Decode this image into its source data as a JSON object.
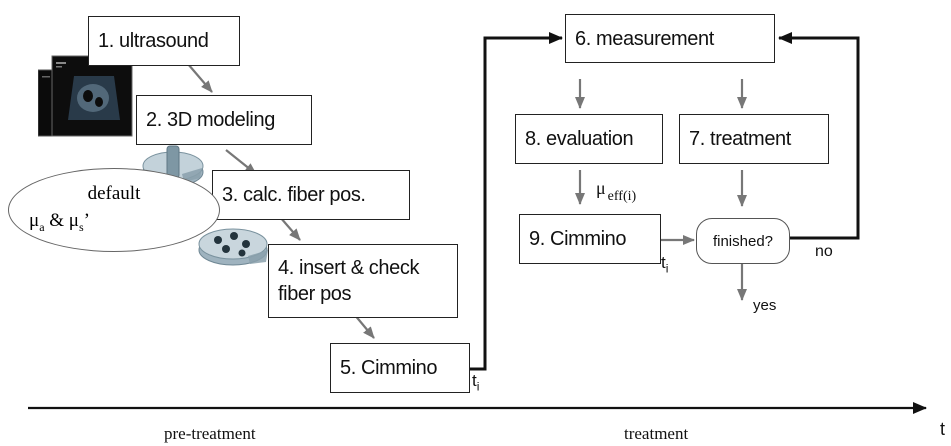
{
  "pre_treatment_steps": [
    {
      "label": "1. ultrasound"
    },
    {
      "label": "2. 3D modeling"
    },
    {
      "label": "3. calc. fiber pos."
    },
    {
      "label_line1": "4. insert & check",
      "label_line2": "fiber pos"
    },
    {
      "label": "5. Cimmino"
    }
  ],
  "treatment_steps": {
    "measurement": "6. measurement",
    "treatment": "7. treatment",
    "evaluation": "8. evaluation",
    "cimmino": "9. Cimmino",
    "decision": "finished?"
  },
  "optical_input": {
    "line1": "default",
    "mu": "μ",
    "sub_a": "a",
    "amp": " & ",
    "sub_s": "s",
    "prime": "’"
  },
  "labels": {
    "mu": "μ",
    "mu_sub": "eff(i)",
    "t": "t",
    "t_sub": "i",
    "no": "no",
    "yes": "yes"
  },
  "timeline": {
    "axis": "t",
    "phase_pre": "pre-treatment",
    "phase_treatment": "treatment"
  }
}
